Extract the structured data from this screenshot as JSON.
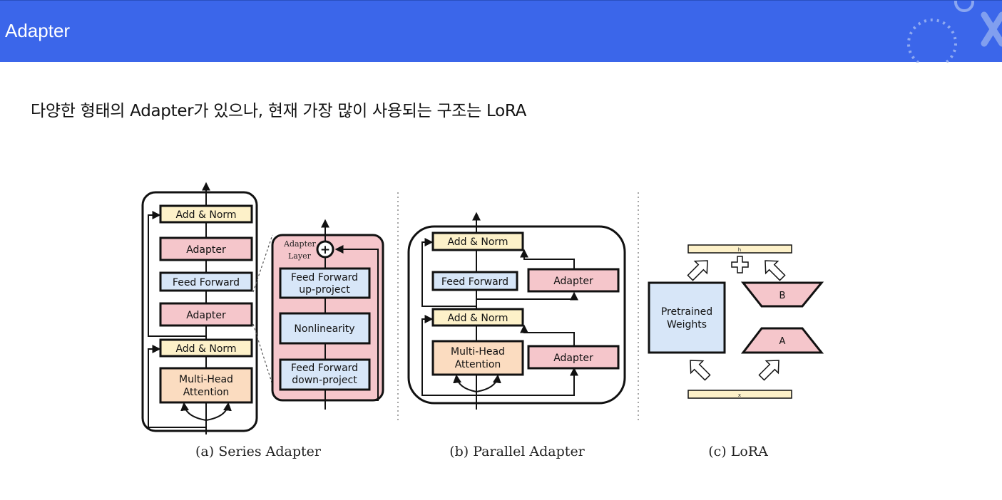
{
  "header": {
    "title": "Adapter",
    "accent_color": "#3b66ea",
    "decoration_icons": [
      "dotted-ring-icon",
      "x-mark-icon",
      "ring-icon"
    ]
  },
  "subtitle": "다양한 형태의 Adapter가 있으나, 현재 가장 많이 사용되는 구조는 LoRA",
  "figure": {
    "series": {
      "caption": "(a) Series Adapter",
      "add_norm_top": "Add & Norm",
      "adapter_top": "Adapter",
      "feed_forward": "Feed Forward",
      "adapter_bottom": "Adapter",
      "add_norm_bottom": "Add & Norm",
      "mha_line1": "Multi-Head",
      "mha_line2": "Attention",
      "layer_label_line1": "Adapter",
      "layer_label_line2": "Layer",
      "ff_up_line1": "Feed Forward",
      "ff_up_line2": "up-project",
      "nonlinearity": "Nonlinearity",
      "ff_down_line1": "Feed Forward",
      "ff_down_line2": "down-project"
    },
    "parallel": {
      "caption": "(b) Parallel Adapter",
      "add_norm_top": "Add & Norm",
      "feed_forward": "Feed Forward",
      "adapter_top": "Adapter",
      "add_norm_bottom": "Add & Norm",
      "mha_line1": "Multi-Head",
      "mha_line2": "Attention",
      "adapter_bottom": "Adapter"
    },
    "lora": {
      "caption": "(c) LoRA",
      "h_label": "h",
      "x_label": "x",
      "weights_line1": "Pretrained",
      "weights_line2": "Weights",
      "b_label": "B",
      "a_label": "A"
    },
    "colors": {
      "yellow": "#fdf1c9",
      "pink": "#f5c6cb",
      "blue": "#d7e6f8",
      "orange": "#fbdcc0"
    }
  }
}
